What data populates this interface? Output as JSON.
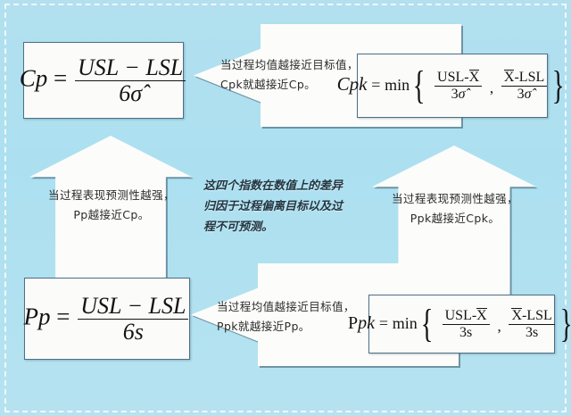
{
  "diagram": {
    "background_color": "#ace0f0",
    "box_fill_color": "#fbfcfa",
    "box_border_color": "#4e6f85",
    "center_note": "这四个指数在数值上的差异归因于过程偏离目标以及过程不可预测。",
    "boxes": {
      "cp": {
        "name": "Cp",
        "lhs": "Cp",
        "equals": "=",
        "numerator": "USL − LSL",
        "denominator": "6σ̂",
        "denominator_digit": "6",
        "denominator_symbol": "σ̂"
      },
      "pp": {
        "name": "Pp",
        "lhs": "Pp",
        "equals": "=",
        "numerator": "USL − LSL",
        "denominator": "6s",
        "denominator_digit": "6",
        "denominator_symbol": "s"
      },
      "cpk": {
        "name": "Cpk",
        "lhs_normal": "C",
        "lhs_italic": "pk",
        "equals": "=",
        "operator": "min",
        "term1_numerator_a": "USL-",
        "term1_numerator_b": "X",
        "term1_denominator_digit": "3",
        "term1_denominator_symbol": "σ̂",
        "separator": ",",
        "term2_numerator_a": "X",
        "term2_numerator_b": "-LSL",
        "term2_denominator_digit": "3",
        "term2_denominator_symbol": "σ̂"
      },
      "ppk": {
        "name": "Ppk",
        "lhs_normal": "P",
        "lhs_italic": "pk",
        "equals": "=",
        "operator": "min",
        "term1_numerator_a": "USL-",
        "term1_numerator_b": "X",
        "term1_denominator_digit": "3",
        "term1_denominator_symbol": "s",
        "separator": ",",
        "term2_numerator_a": "X",
        "term2_numerator_b": "-LSL",
        "term2_denominator_digit": "3",
        "term2_denominator_symbol": "s"
      }
    },
    "arrows": {
      "top": {
        "direction": "left",
        "label": "当过程均值越接近目标值，Cpk就越接近Cp。"
      },
      "bottom": {
        "direction": "left",
        "label": "当过程均值越接近目标值，Ppk就越接近Pp。"
      },
      "left": {
        "direction": "up",
        "label": "当过程表现预测性越强，Pp越接近Cp。"
      },
      "right": {
        "direction": "up",
        "label": "当过程表现预测性越强，Ppk越接近Cpk。"
      }
    }
  }
}
